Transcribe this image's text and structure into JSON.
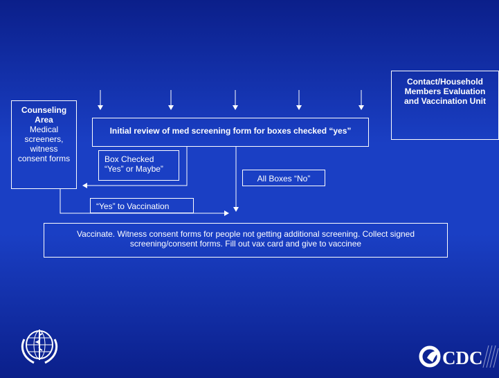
{
  "counseling": {
    "title_line1": "Counseling",
    "title_line2": "Area",
    "body": [
      "Medical",
      "screeners,",
      "witness",
      "consent forms"
    ]
  },
  "contact": {
    "line1": "Contact/Household",
    "line2": "Members Evaluation",
    "line3": "and Vaccination Unit"
  },
  "initial_review": "Initial review of med screening form for boxes checked “yes”",
  "box_checked": {
    "line1": "Box Checked",
    "line2": "“Yes” or Maybe”"
  },
  "all_no": "All Boxes “No”",
  "yes_vax": "“Yes” to Vaccination",
  "vaccinate": {
    "line1": "Vaccinate.  Witness consent forms for people not getting additional screening.  Collect signed",
    "line2": "screening/consent forms.  Fill out vax card and give to vaccinee"
  },
  "logos": {
    "who_logo": "WHO emblem",
    "cdc_logo": "CDC"
  },
  "colors": {
    "background": "#1a3fc4",
    "background_dark": "#0b1f8a",
    "text": "#ffffff"
  }
}
